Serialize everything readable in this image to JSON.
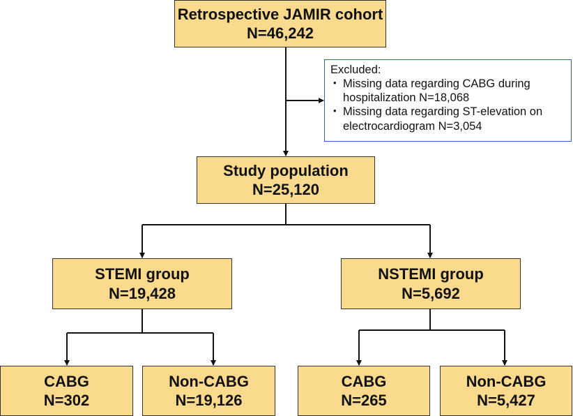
{
  "top": {
    "title": "Retrospective JAMIR cohort",
    "n": "N=46,242"
  },
  "excluded": {
    "title": "Excluded:",
    "items": [
      "Missing data regarding CABG during hospitalization N=18,068",
      "Missing data regarding ST-elevation on electrocardiogram N=3,054"
    ]
  },
  "study": {
    "title": "Study population",
    "n": "N=25,120"
  },
  "stemi": {
    "title": "STEMI group",
    "n": "N=19,428"
  },
  "nstemi": {
    "title": "NSTEMI group",
    "n": "N=5,692"
  },
  "stemi_cabg": {
    "title": "CABG",
    "n": "N=302"
  },
  "stemi_noncabg": {
    "title": "Non-CABG",
    "n": "N=19,126"
  },
  "nstemi_cabg": {
    "title": "CABG",
    "n": "N=265"
  },
  "nstemi_noncabg": {
    "title": "Non-CABG",
    "n": "N=5,427"
  },
  "colors": {
    "box_fill": "#FADA8C",
    "excluded_border": "#2F5BE0"
  }
}
